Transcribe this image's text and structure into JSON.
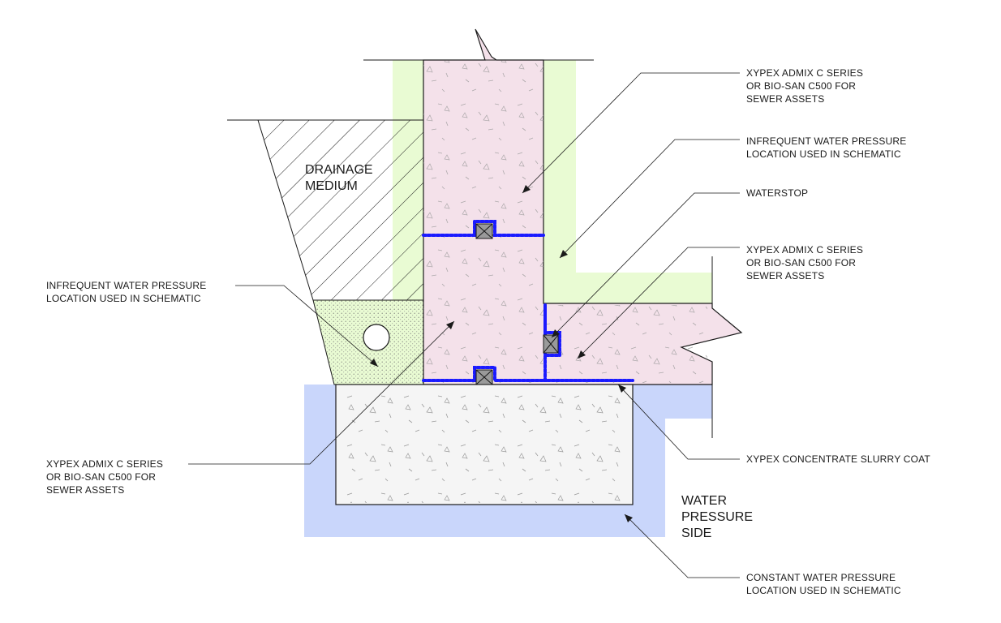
{
  "diagram": {
    "in_drawing_labels": {
      "drainage": [
        "DRAINAGE",
        "MEDIUM"
      ],
      "water_side": [
        "WATER",
        "PRESSURE",
        "SIDE"
      ]
    },
    "callouts": [
      {
        "id": "admix-wall-top",
        "lines": [
          "XYPEX ADMIX C SERIES",
          "OR BIO-SAN C500 FOR",
          "SEWER ASSETS"
        ]
      },
      {
        "id": "infrequent-right",
        "lines": [
          "INFREQUENT WATER PRESSURE",
          "LOCATION USED IN SCHEMATIC"
        ]
      },
      {
        "id": "waterstop",
        "lines": [
          "WATERSTOP"
        ]
      },
      {
        "id": "admix-slab",
        "lines": [
          "XYPEX ADMIX C SERIES",
          "OR BIO-SAN C500 FOR",
          "SEWER ASSETS"
        ]
      },
      {
        "id": "infrequent-left",
        "lines": [
          "INFREQUENT WATER PRESSURE",
          "LOCATION USED IN SCHEMATIC"
        ]
      },
      {
        "id": "admix-wall-bottom",
        "lines": [
          "XYPEX ADMIX C SERIES",
          "OR BIO-SAN C500 FOR",
          "SEWER ASSETS"
        ]
      },
      {
        "id": "slurry-coat",
        "lines": [
          "XYPEX CONCENTRATE SLURRY COAT"
        ]
      },
      {
        "id": "constant-pressure",
        "lines": [
          "CONSTANT WATER PRESSURE",
          "LOCATION USED IN SCHEMATIC"
        ]
      }
    ],
    "colors": {
      "concrete_pink": "#f4e1ea",
      "footing_gray": "#f5f5f5",
      "infrequent_green": "#e9fbd3",
      "constant_blue": "#c9d6fb",
      "slurry_blue": "#1a1aff",
      "waterstop_gray": "#9a9a9a",
      "line": "#1a1a1a"
    },
    "icons": [
      "pipe-icon",
      "waterstop-icon"
    ]
  }
}
